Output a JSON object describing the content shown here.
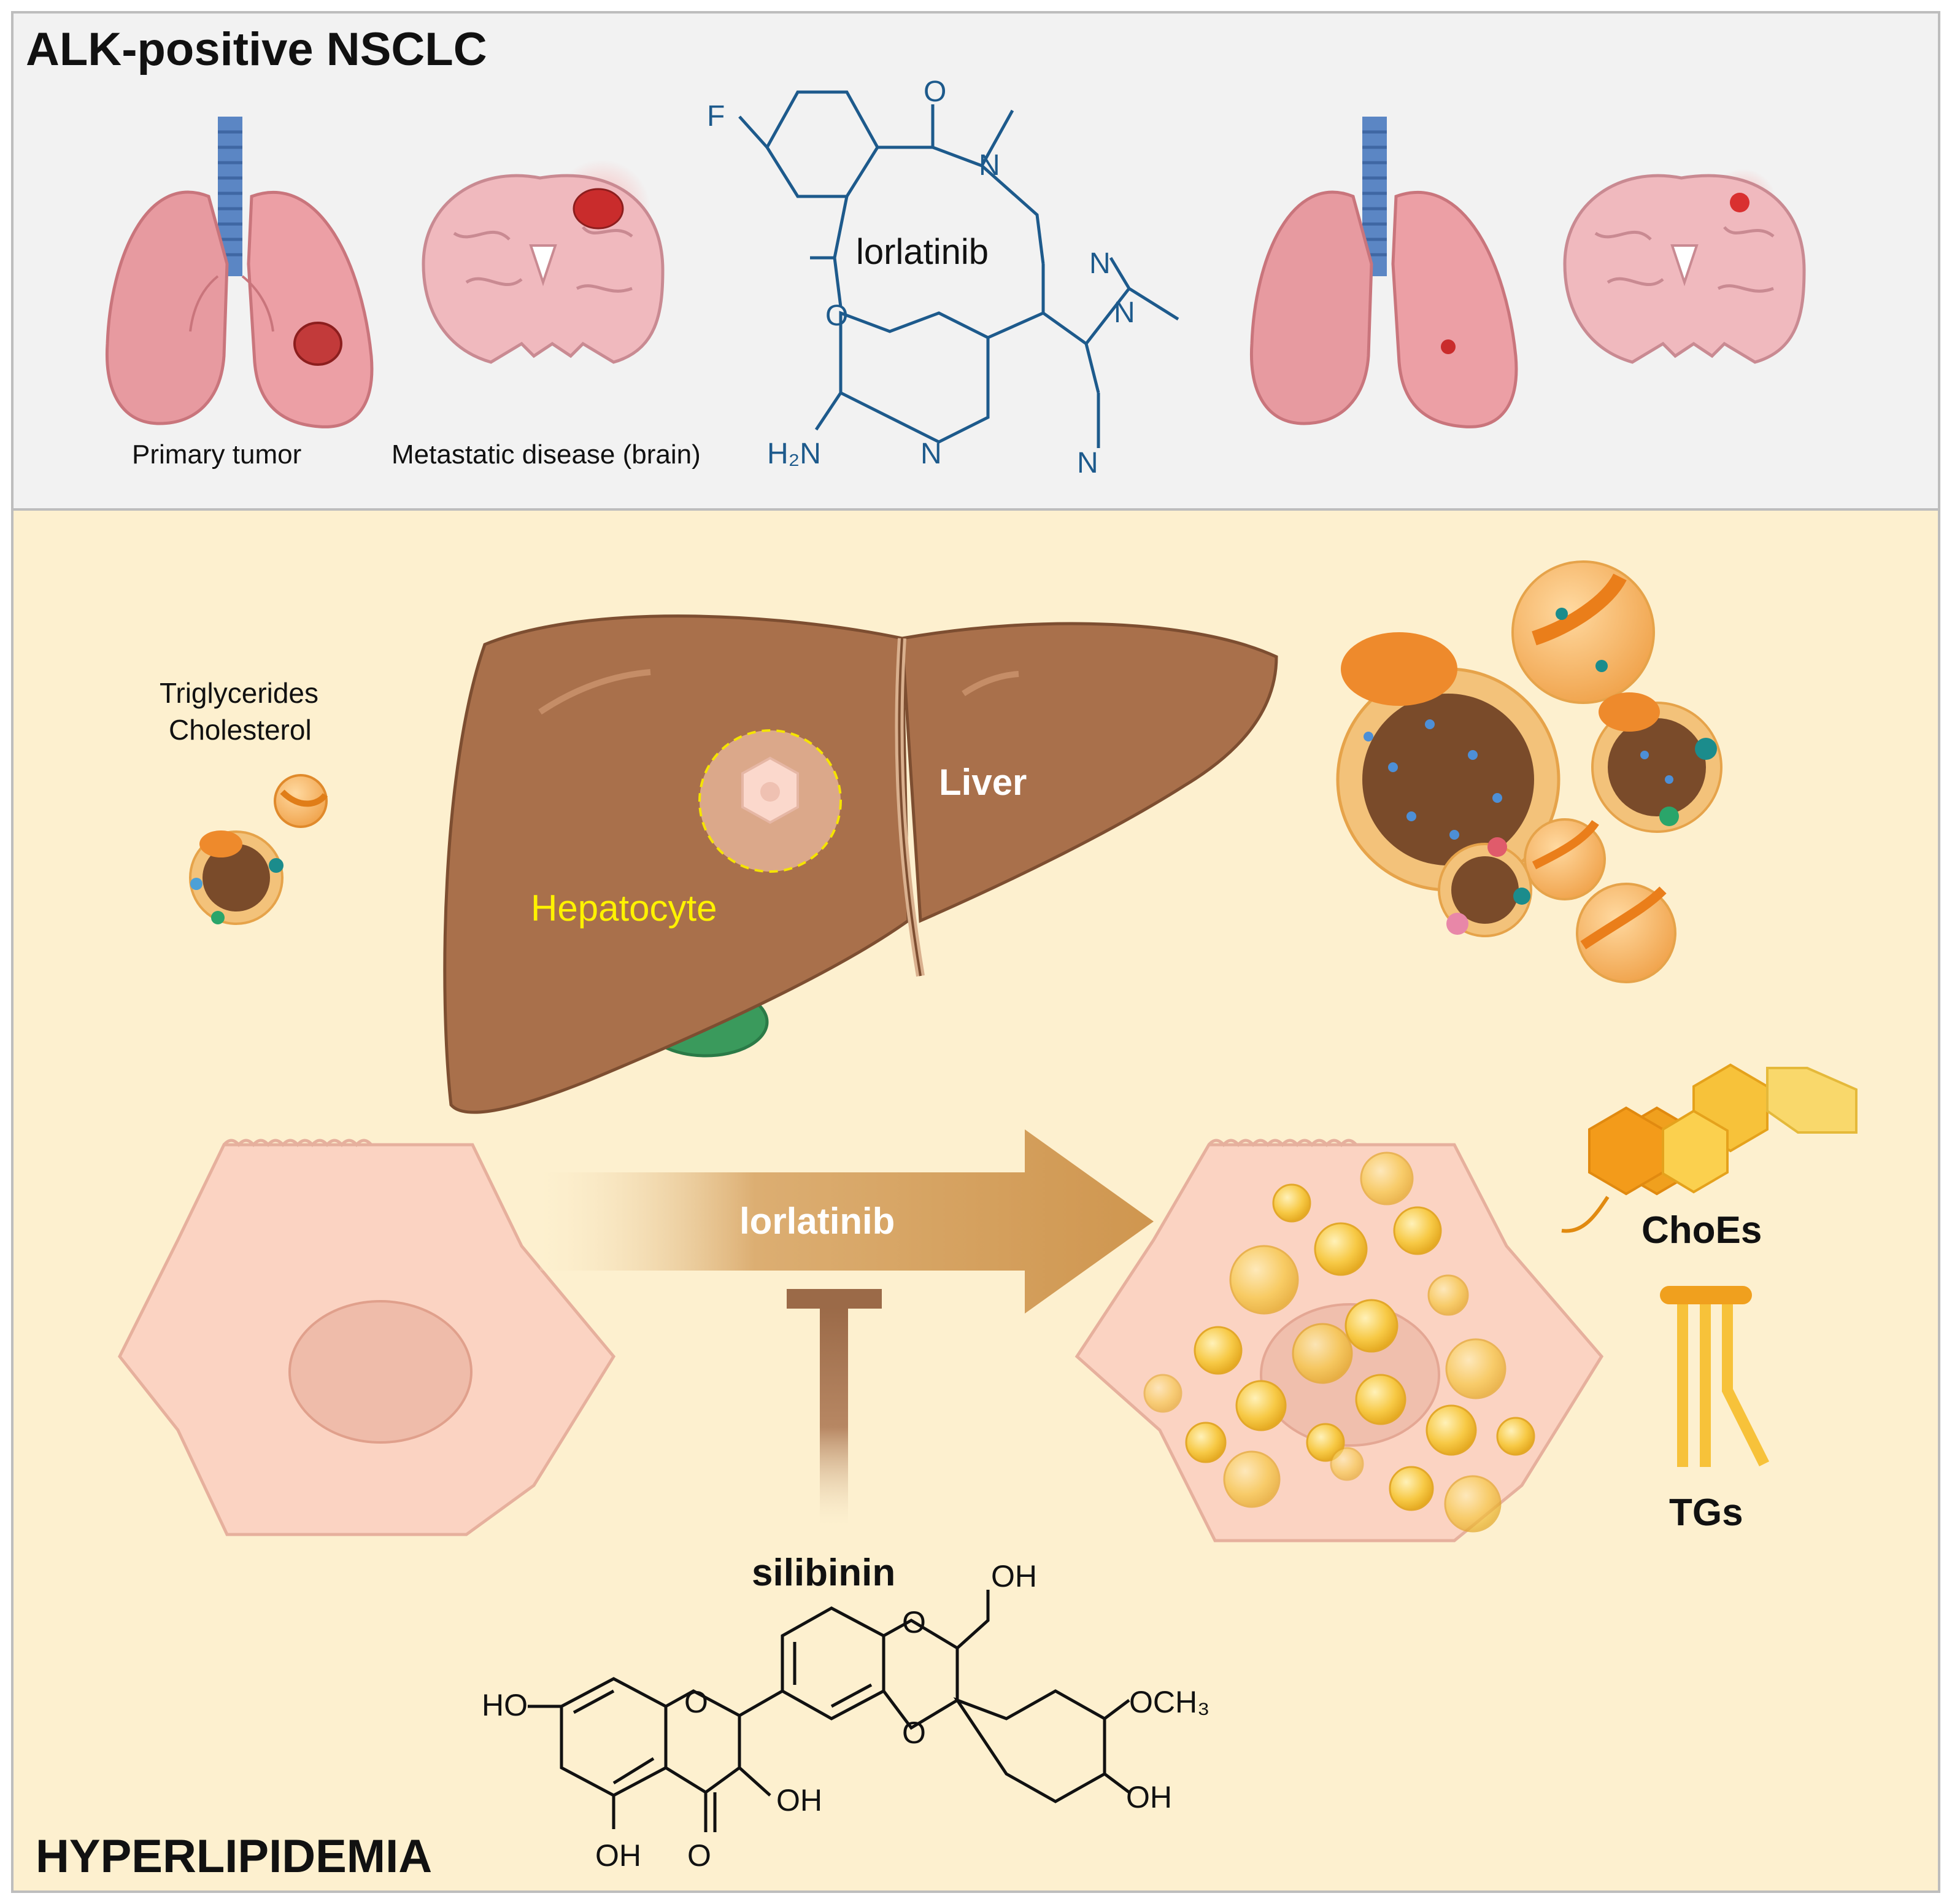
{
  "top_panel": {
    "title": "ALK-positive NSCLC",
    "label_primary": "Primary tumor",
    "label_metastatic": "Metastatic disease (brain)",
    "drug_center_label": "lorlatinib",
    "atoms": {
      "F": "F",
      "O_carbonyl": "O",
      "N_amide": "N",
      "O_ether": "O",
      "N_pyrazole1": "N",
      "N_pyrazole2": "N",
      "N_pyridine": "N",
      "N_nitrile": "N",
      "H2N": "H₂N"
    }
  },
  "bottom_panel": {
    "title": "HYPERLIPIDEMIA",
    "lipid_labels": [
      "Triglycerides",
      "Cholesterol"
    ],
    "liver_label": "Liver",
    "hepatocyte_label": "Hepatocyte",
    "arrow_label": "lorlatinib",
    "inhibitor_label": "silibinin",
    "choes_label": "ChoEs",
    "tgs_label": "TGs",
    "silibinin_atoms": {
      "HO": "HO",
      "O_ring1": "O",
      "O_diox1": "O",
      "O_diox2": "O",
      "OH_top": "OH",
      "OCH3": "OCH₃",
      "OH_ring3": "OH",
      "OH_C3": "OH",
      "O_keto": "O",
      "OH_C5": "OH"
    }
  },
  "colors": {
    "top_bg": "#f2f2f2",
    "bottom_bg": "#fdf0cf",
    "liver": "#a9704b",
    "hepatocyte_cell": "#fbd3c2",
    "lipid_droplet": "#f6c038",
    "lorlatinib_blue": "#1d5a8c",
    "arrow_end": "#d29a56",
    "inhibitor": "#9b6a48",
    "hepatocyte_text": "#fff200"
  }
}
